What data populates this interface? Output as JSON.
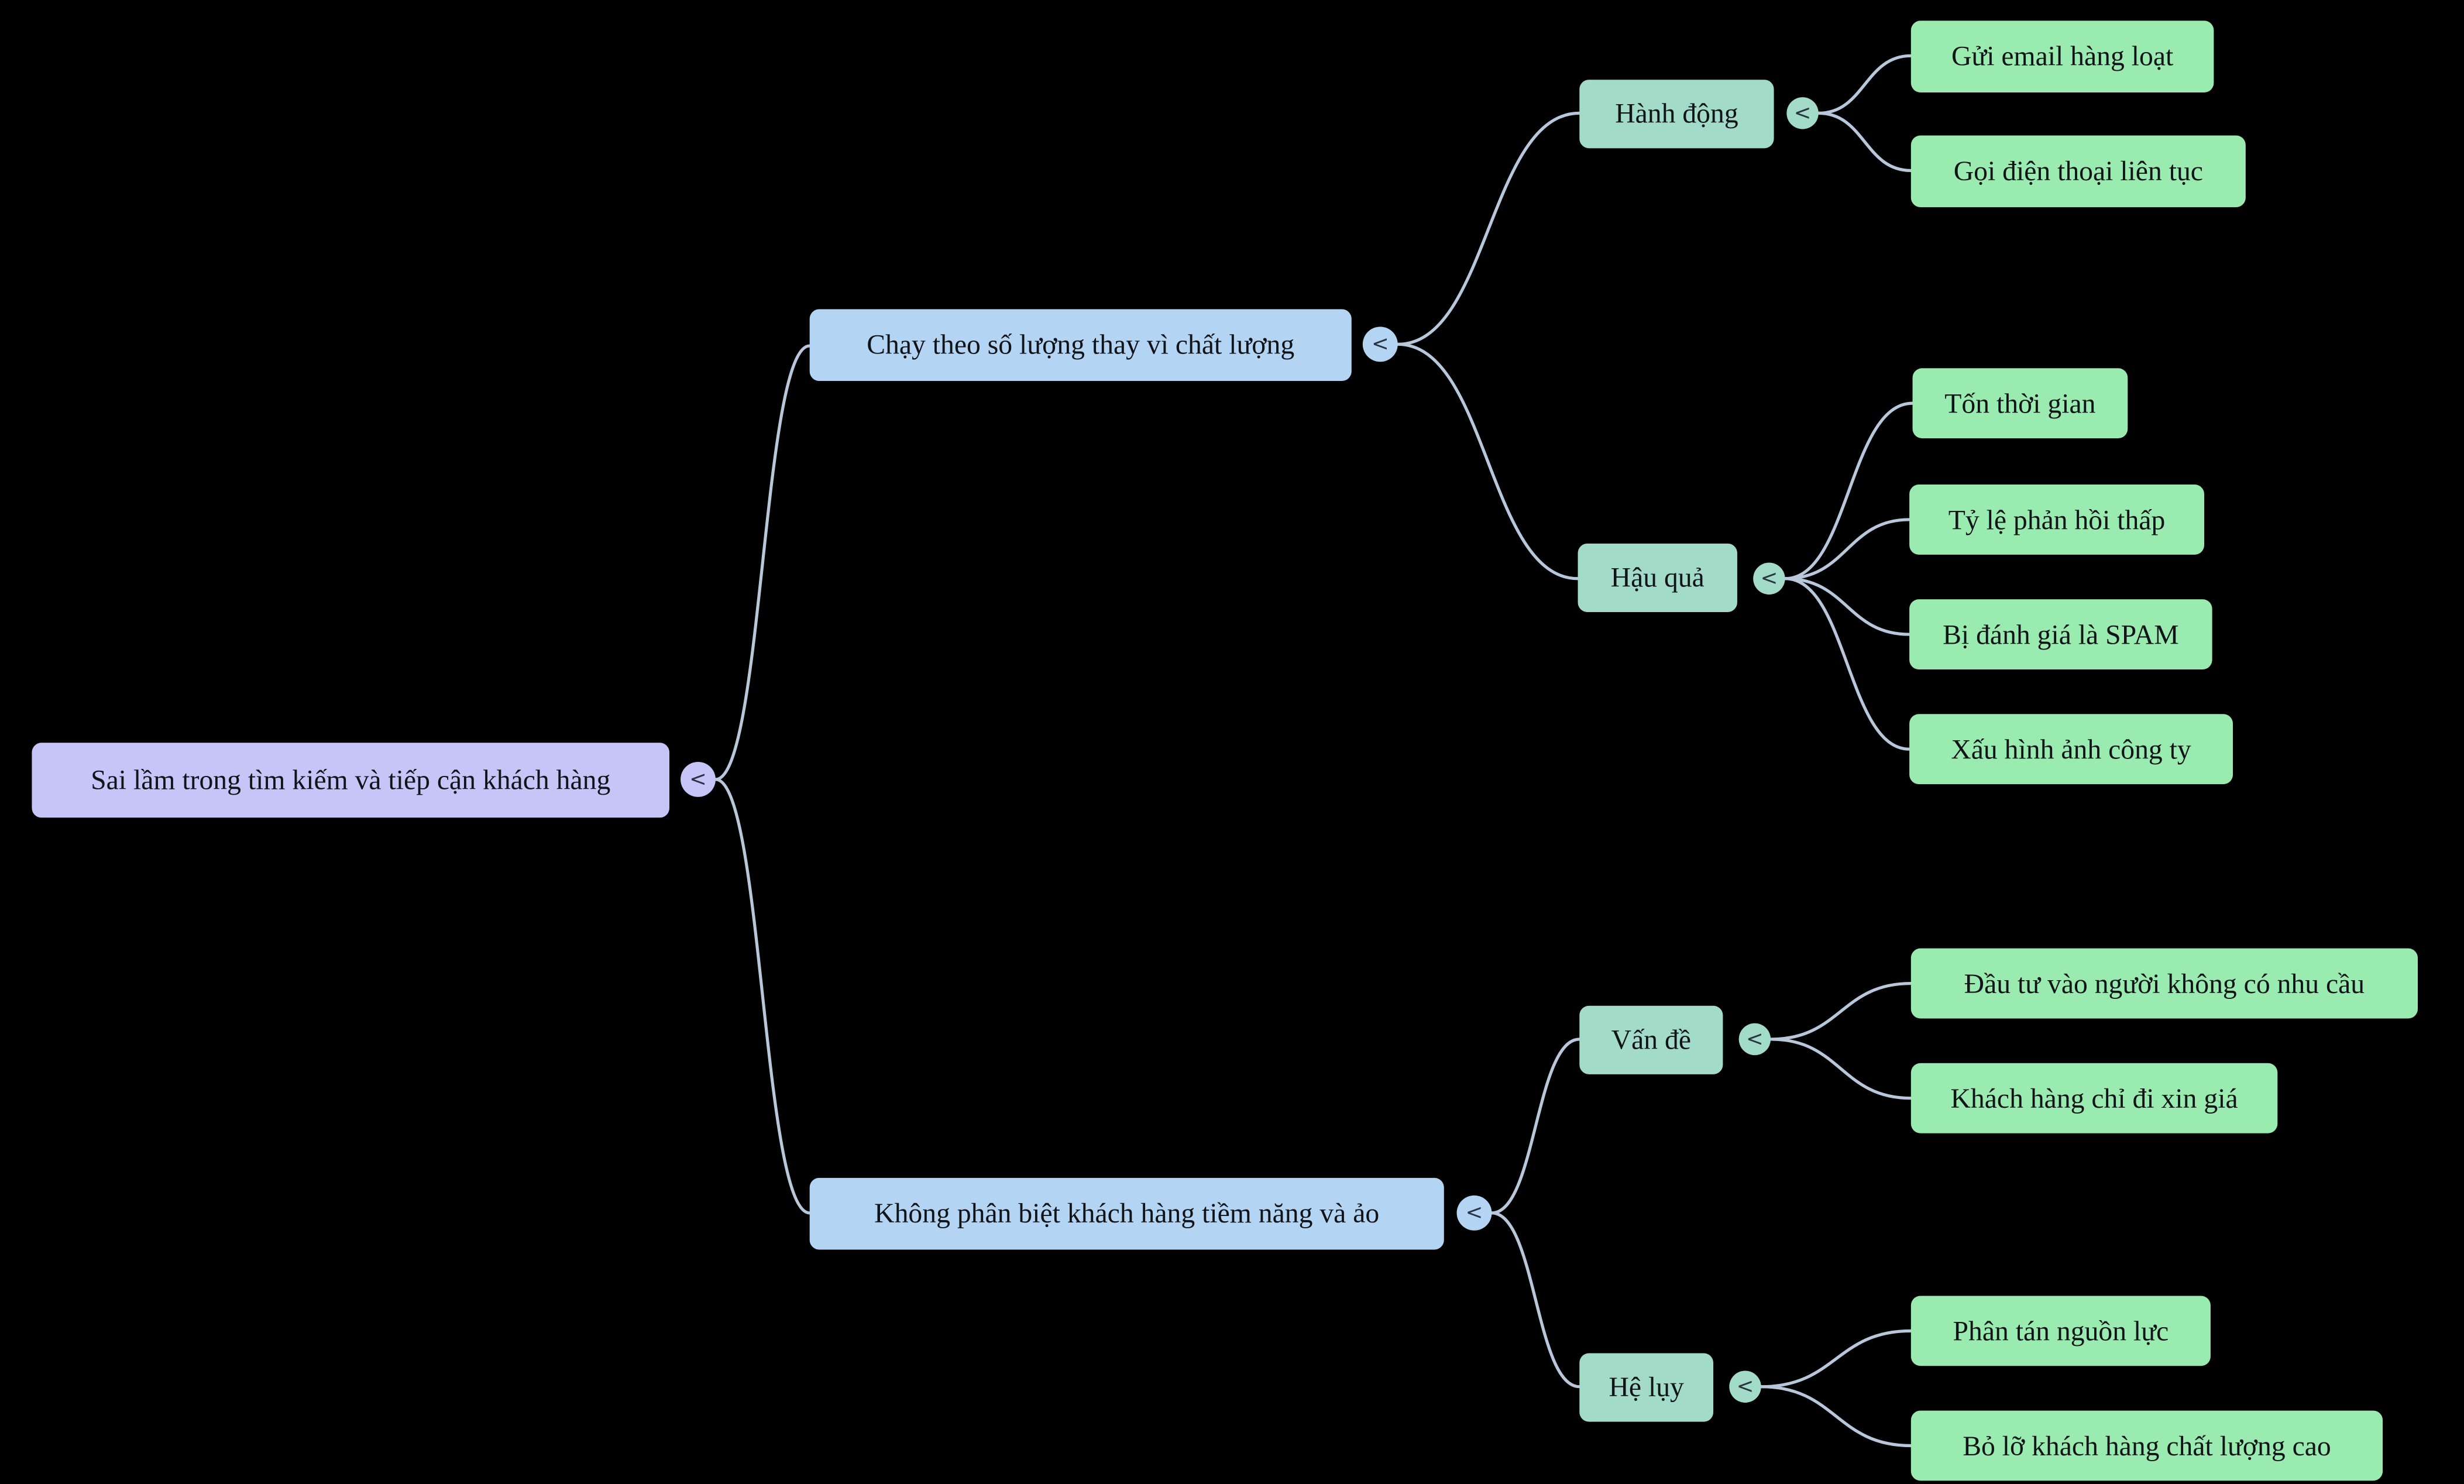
{
  "diagram": {
    "type": "mindmap",
    "title": "Sai lầm trong tìm kiếm và tiếp cận khách hàng",
    "background_color": "#000000",
    "edge_color": "#b9c7da",
    "text_color": "#101418",
    "level_colors": {
      "root": "#c5c5f7",
      "branch": "#b3d4f2",
      "category": "#a2dbc8",
      "leaf": "#9aebb0"
    }
  },
  "ui": {
    "collapse_glyph": "<"
  },
  "nodes": {
    "root": {
      "label": "Sai lầm trong tìm kiếm và tiếp cận khách hàng"
    },
    "b1": {
      "label": "Chạy theo số lượng thay vì chất lượng"
    },
    "b1_actions": {
      "label": "Hành động"
    },
    "b1_actions_1": {
      "label": "Gửi email hàng loạt"
    },
    "b1_actions_2": {
      "label": "Gọi điện thoại liên tục"
    },
    "b1_consequences": {
      "label": "Hậu quả"
    },
    "b1_consequences_1": {
      "label": "Tốn thời gian"
    },
    "b1_consequences_2": {
      "label": "Tỷ lệ phản hồi thấp"
    },
    "b1_consequences_3": {
      "label": "Bị đánh giá là SPAM"
    },
    "b1_consequences_4": {
      "label": "Xấu hình ảnh công ty"
    },
    "b2": {
      "label": "Không phân biệt khách hàng tiềm năng và ảo"
    },
    "b2_problems": {
      "label": "Vấn đề"
    },
    "b2_problems_1": {
      "label": "Đầu tư vào người không có nhu cầu"
    },
    "b2_problems_2": {
      "label": "Khách hàng chỉ đi xin giá"
    },
    "b2_effects": {
      "label": "Hệ lụy"
    },
    "b2_effects_1": {
      "label": "Phân tán nguồn lực"
    },
    "b2_effects_2": {
      "label": "Bỏ lỡ khách hàng chất lượng cao"
    }
  },
  "hierarchy": {
    "root": [
      "b1",
      "b2"
    ],
    "b1": [
      "b1_actions",
      "b1_consequences"
    ],
    "b1_actions": [
      "b1_actions_1",
      "b1_actions_2"
    ],
    "b1_consequences": [
      "b1_consequences_1",
      "b1_consequences_2",
      "b1_consequences_3",
      "b1_consequences_4"
    ],
    "b2": [
      "b2_problems",
      "b2_effects"
    ],
    "b2_problems": [
      "b2_problems_1",
      "b2_problems_2"
    ],
    "b2_effects": [
      "b2_effects_1",
      "b2_effects_2"
    ]
  }
}
